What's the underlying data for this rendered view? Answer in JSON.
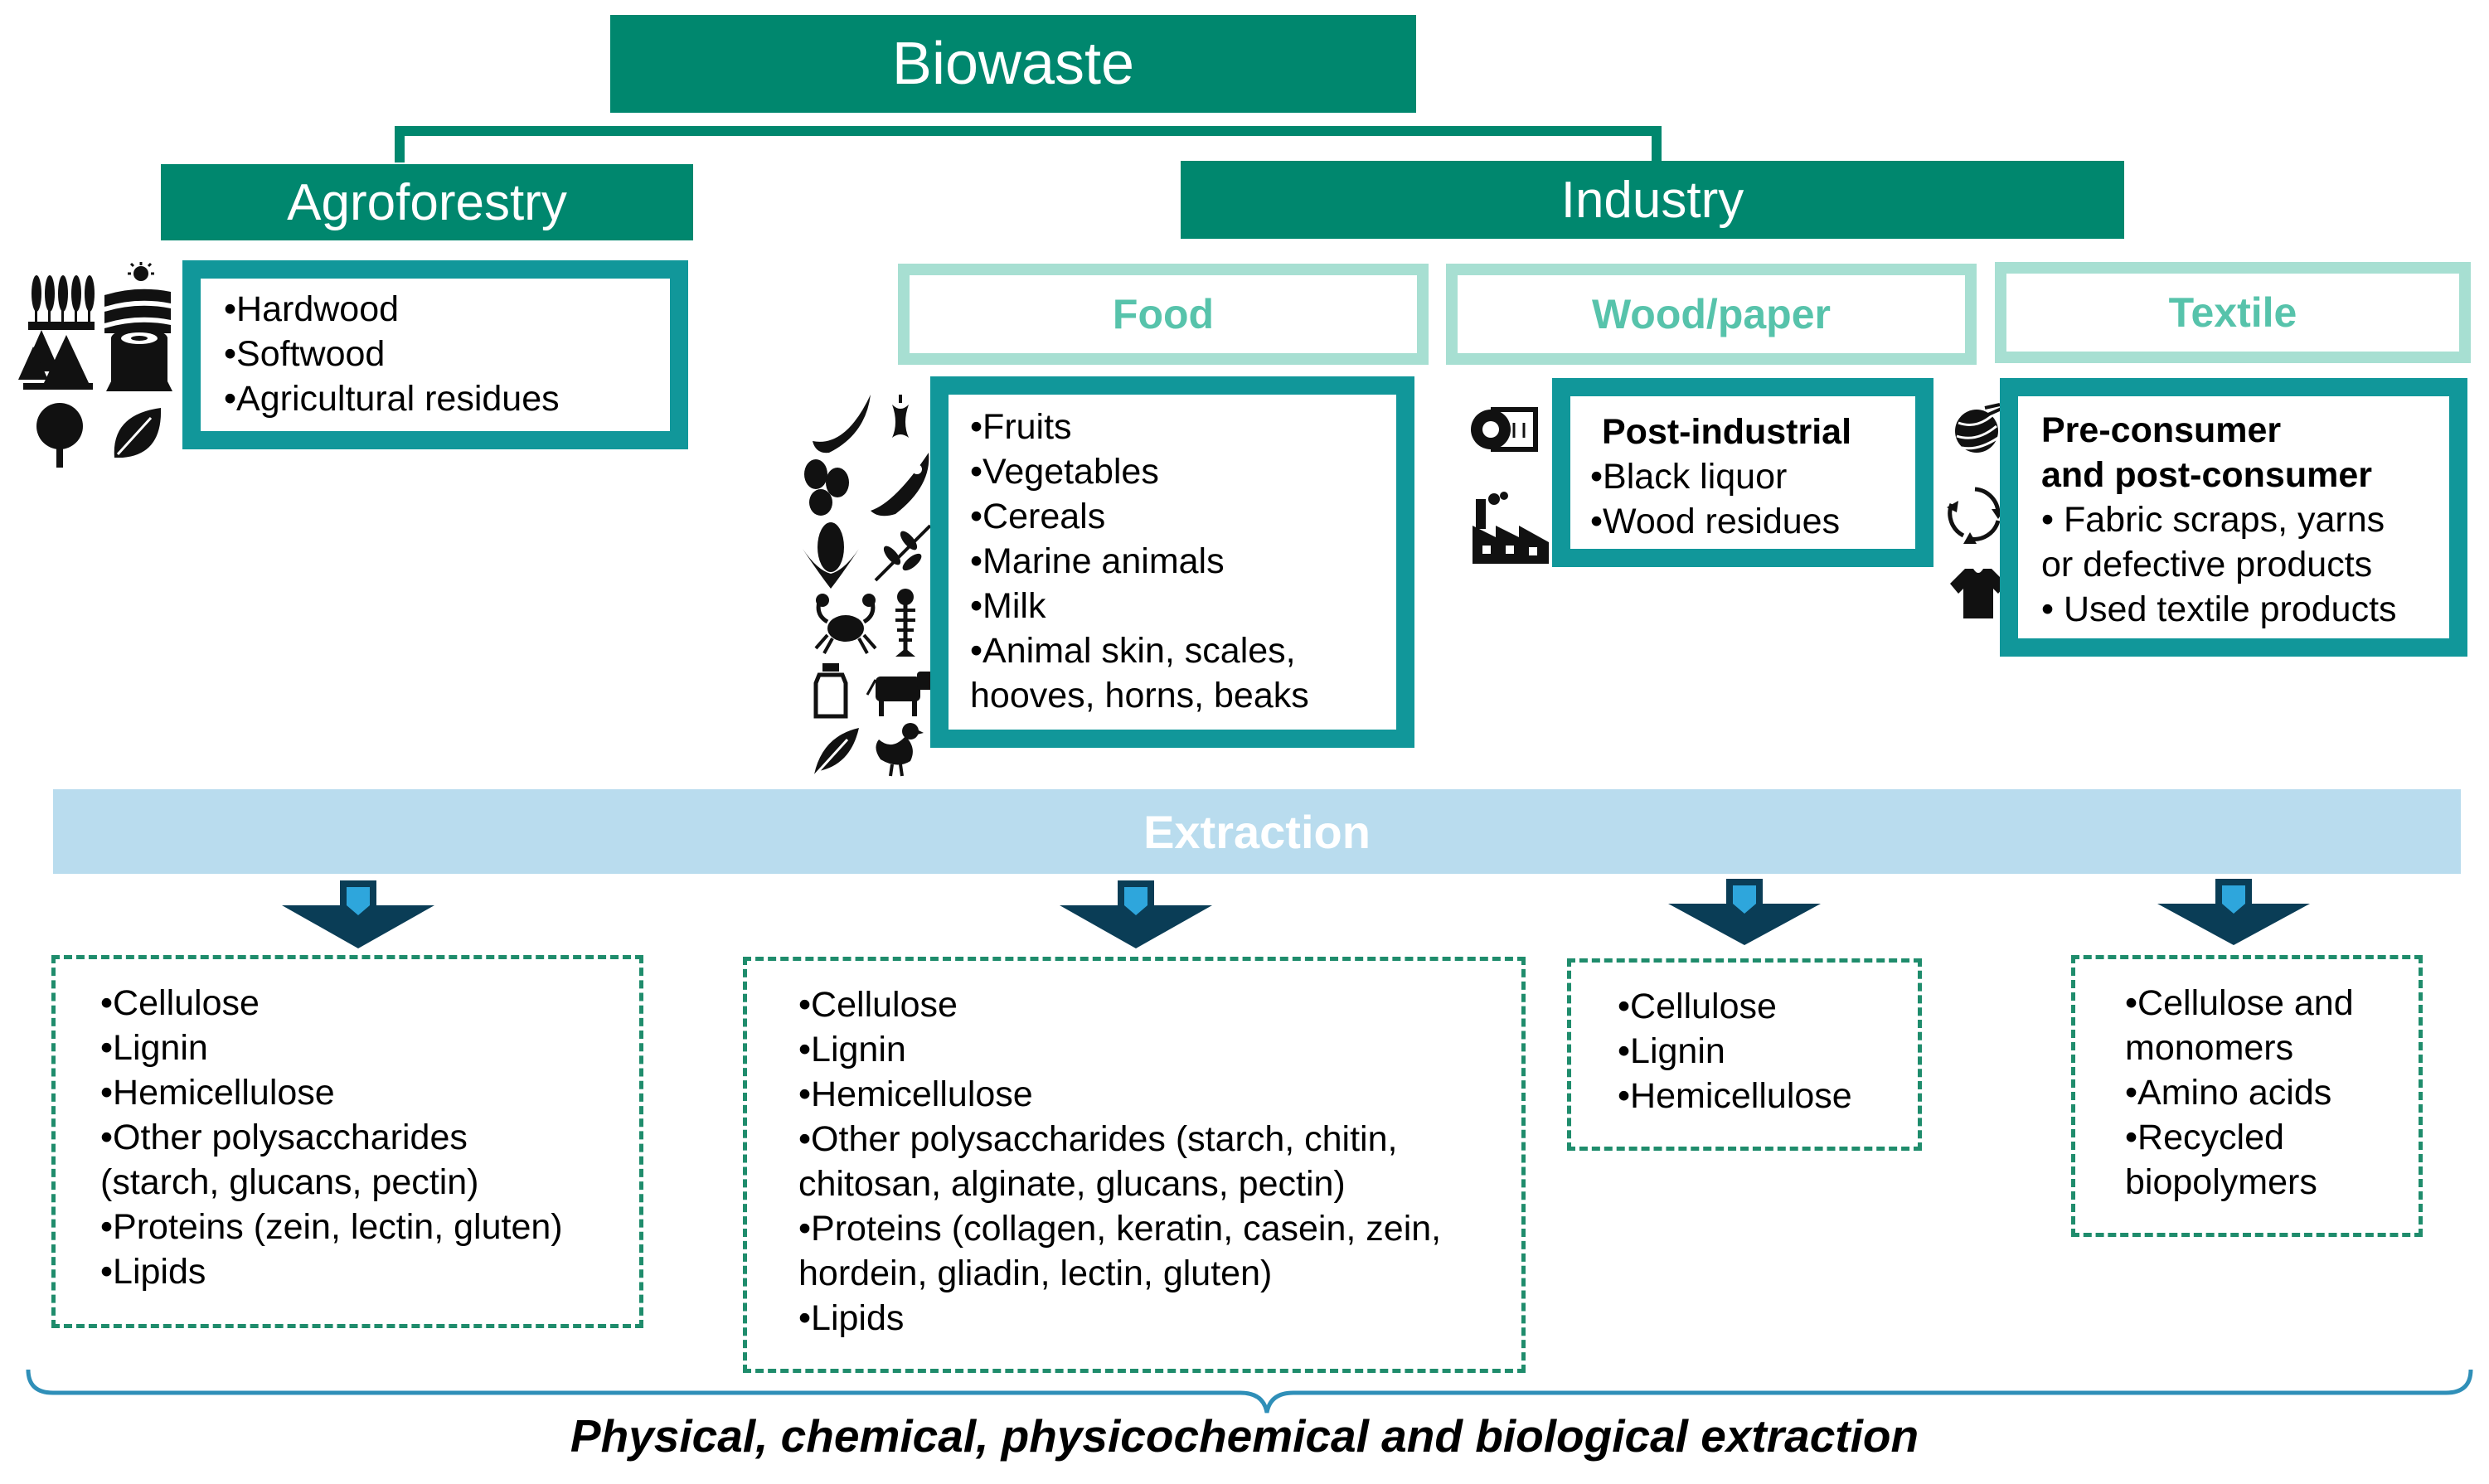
{
  "title": "Biowaste",
  "agroforestry": {
    "label": "Agroforestry",
    "items": [
      "•Hardwood",
      "•Softwood",
      "•Agricultural residues"
    ],
    "icons": [
      "wheat-icon",
      "field-sun-icon",
      "forest-icon",
      "tree-stump-icon",
      "tree-icon",
      "leaf-icon"
    ]
  },
  "industry": {
    "label": "Industry",
    "food": {
      "label": "Food",
      "items": [
        "•Fruits",
        "•Vegetables",
        "•Cereals",
        "•Marine animals",
        "•Milk",
        "•Animal skin, scales,",
        "hooves, horns, beaks"
      ],
      "icons": [
        "banana-icon",
        "apple-core-icon",
        "coffee-beans-icon",
        "pea-pod-icon",
        "corn-icon",
        "olive-branch-icon",
        "crab-icon",
        "fish-bone-icon",
        "milk-bottle-icon",
        "cow-icon",
        "feather-icon",
        "chicken-icon"
      ]
    },
    "wood_paper": {
      "label": "Wood/paper",
      "heading": "Post-industrial",
      "items": [
        "•Black liquor",
        "•Wood residues"
      ],
      "icons": [
        "paper-roll-icon",
        "factory-icon"
      ]
    },
    "textile": {
      "label": "Textile",
      "heading_lines": [
        "Pre-consumer",
        "and post-consumer"
      ],
      "items": [
        "• Fabric scraps, yarns",
        "or defective products",
        "• Used textile products"
      ],
      "icons": [
        "yarn-ball-icon",
        "recycle-icon",
        "tshirt-icon"
      ]
    }
  },
  "extraction": {
    "label": "Extraction"
  },
  "outputs": {
    "agroforestry": [
      "•Cellulose",
      "•Lignin",
      "•Hemicellulose",
      "•Other polysaccharides",
      "(starch, glucans, pectin)",
      "•Proteins (zein, lectin, gluten)",
      "•Lipids"
    ],
    "food": [
      "•Cellulose",
      "•Lignin",
      "•Hemicellulose",
      "•Other polysaccharides (starch, chitin,",
      "chitosan, alginate, glucans, pectin)",
      "•Proteins (collagen, keratin, casein, zein,",
      "hordein, gliadin, lectin, gluten)",
      "•Lipids"
    ],
    "wood_paper": [
      "•Cellulose",
      "•Lignin",
      "•Hemicellulose"
    ],
    "textile": [
      "•Cellulose and",
      "monomers",
      "•Amino acids",
      "•Recycled",
      "biopolymers"
    ]
  },
  "footer": "Physical, chemical, physicochemical and biological extraction",
  "colors": {
    "teal": "#00876e",
    "box_border": "#11979a",
    "light_teal": "#a7dfd2",
    "head_text": "#57c3ab",
    "extraction": "#b9dcee",
    "arrow_dark": "#0a3d56",
    "arrow_light": "#2ea6dc",
    "dashed": "#1f8c6c",
    "brace": "#2f8fb8"
  }
}
